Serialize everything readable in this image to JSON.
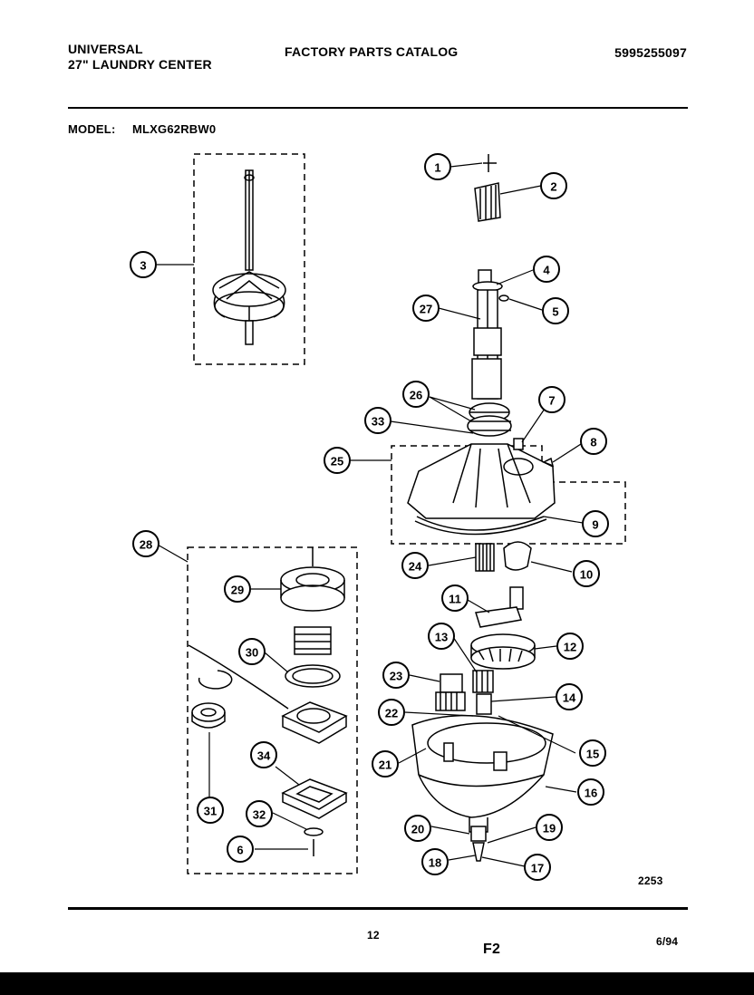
{
  "header": {
    "brand": "UNIVERSAL",
    "product": "27\" LAUNDRY CENTER",
    "catalog_title": "FACTORY PARTS CATALOG",
    "catalog_number": "5995255097"
  },
  "model": {
    "label": "MODEL:",
    "value": "MLXG62RBW0"
  },
  "callouts": [
    "1",
    "2",
    "3",
    "4",
    "5",
    "27",
    "26",
    "7",
    "33",
    "8",
    "25",
    "9",
    "24",
    "10",
    "28",
    "29",
    "11",
    "30",
    "13",
    "12",
    "23",
    "14",
    "22",
    "15",
    "21",
    "16",
    "34",
    "31",
    "32",
    "20",
    "19",
    "6",
    "18",
    "17"
  ],
  "footer": {
    "ref_number": "2253",
    "page_number": "12",
    "figure_label": "F2",
    "date_code": "6/94"
  }
}
